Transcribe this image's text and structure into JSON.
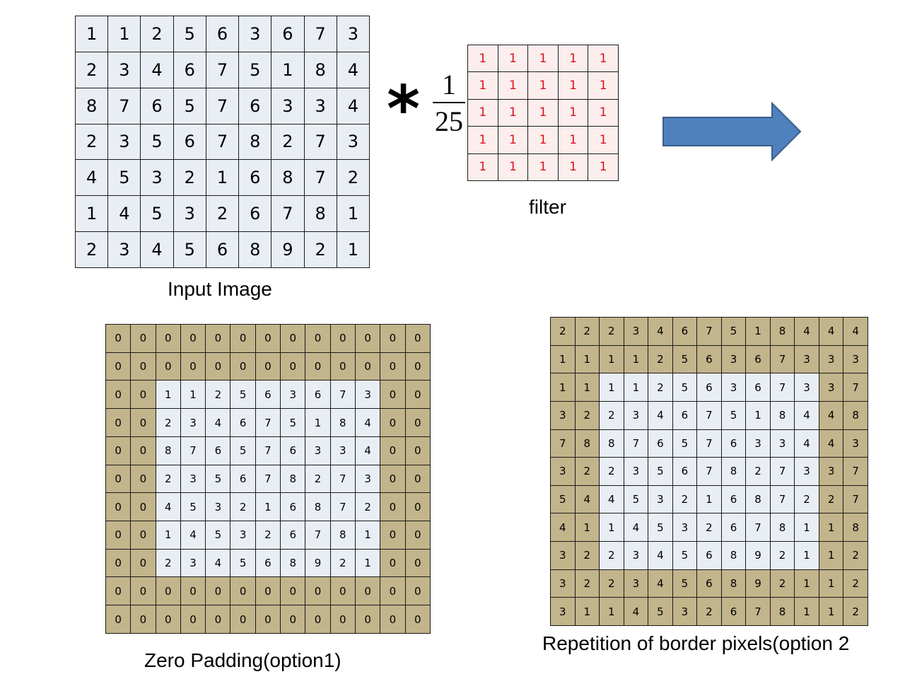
{
  "input_image": {
    "label": "Input Image",
    "rows": [
      [
        "1",
        "1",
        "2",
        "5",
        "6",
        "3",
        "6",
        "7",
        "3"
      ],
      [
        "2",
        "3",
        "4",
        "6",
        "7",
        "5",
        "1",
        "8",
        "4"
      ],
      [
        "8",
        "7",
        "6",
        "5",
        "7",
        "6",
        "3",
        "3",
        "4"
      ],
      [
        "2",
        "3",
        "5",
        "6",
        "7",
        "8",
        "2",
        "7",
        "3"
      ],
      [
        "4",
        "5",
        "3",
        "2",
        "1",
        "6",
        "8",
        "7",
        "2"
      ],
      [
        "1",
        "4",
        "5",
        "3",
        "2",
        "6",
        "7",
        "8",
        "1"
      ],
      [
        "2",
        "3",
        "4",
        "5",
        "6",
        "8",
        "9",
        "2",
        "1"
      ]
    ]
  },
  "operator": "*",
  "filter": {
    "label": "filter",
    "fraction_numerator": "1",
    "fraction_denominator": "25",
    "rows": [
      [
        "1",
        "1",
        "1",
        "1",
        "1"
      ],
      [
        "1",
        "1",
        "1",
        "1",
        "1"
      ],
      [
        "1",
        "1",
        "1",
        "1",
        "1"
      ],
      [
        "1",
        "1",
        "1",
        "1",
        "1"
      ],
      [
        "1",
        "1",
        "1",
        "1",
        "1"
      ]
    ],
    "color": "#d9101c"
  },
  "arrow": {
    "color": "#4f81bd",
    "border_color": "#3a5f8a"
  },
  "zero_padding": {
    "label": "Zero Padding(option1)",
    "padding": 2,
    "rows": [
      [
        "0",
        "0",
        "0",
        "0",
        "0",
        "0",
        "0",
        "0",
        "0",
        "0",
        "0",
        "0",
        "0"
      ],
      [
        "0",
        "0",
        "0",
        "0",
        "0",
        "0",
        "0",
        "0",
        "0",
        "0",
        "0",
        "0",
        "0"
      ],
      [
        "0",
        "0",
        "1",
        "1",
        "2",
        "5",
        "6",
        "3",
        "6",
        "7",
        "3",
        "0",
        "0"
      ],
      [
        "0",
        "0",
        "2",
        "3",
        "4",
        "6",
        "7",
        "5",
        "1",
        "8",
        "4",
        "0",
        "0"
      ],
      [
        "0",
        "0",
        "8",
        "7",
        "6",
        "5",
        "7",
        "6",
        "3",
        "3",
        "4",
        "0",
        "0"
      ],
      [
        "0",
        "0",
        "2",
        "3",
        "5",
        "6",
        "7",
        "8",
        "2",
        "7",
        "3",
        "0",
        "0"
      ],
      [
        "0",
        "0",
        "4",
        "5",
        "3",
        "2",
        "1",
        "6",
        "8",
        "7",
        "2",
        "0",
        "0"
      ],
      [
        "0",
        "0",
        "1",
        "4",
        "5",
        "3",
        "2",
        "6",
        "7",
        "8",
        "1",
        "0",
        "0"
      ],
      [
        "0",
        "0",
        "2",
        "3",
        "4",
        "5",
        "6",
        "8",
        "9",
        "2",
        "1",
        "0",
        "0"
      ],
      [
        "0",
        "0",
        "0",
        "0",
        "0",
        "0",
        "0",
        "0",
        "0",
        "0",
        "0",
        "0",
        "0"
      ],
      [
        "0",
        "0",
        "0",
        "0",
        "0",
        "0",
        "0",
        "0",
        "0",
        "0",
        "0",
        "0",
        "0"
      ]
    ]
  },
  "border_repetition": {
    "label": "Repetition of border pixels(option 2",
    "padding": 2,
    "rows": [
      [
        "2",
        "2",
        "2",
        "3",
        "4",
        "6",
        "7",
        "5",
        "1",
        "8",
        "4",
        "4",
        "4"
      ],
      [
        "1",
        "1",
        "1",
        "1",
        "2",
        "5",
        "6",
        "3",
        "6",
        "7",
        "3",
        "3",
        "3"
      ],
      [
        "1",
        "1",
        "1",
        "1",
        "2",
        "5",
        "6",
        "3",
        "6",
        "7",
        "3",
        "3",
        "7"
      ],
      [
        "3",
        "2",
        "2",
        "3",
        "4",
        "6",
        "7",
        "5",
        "1",
        "8",
        "4",
        "4",
        "8"
      ],
      [
        "7",
        "8",
        "8",
        "7",
        "6",
        "5",
        "7",
        "6",
        "3",
        "3",
        "4",
        "4",
        "3"
      ],
      [
        "3",
        "2",
        "2",
        "3",
        "5",
        "6",
        "7",
        "8",
        "2",
        "7",
        "3",
        "3",
        "7"
      ],
      [
        "5",
        "4",
        "4",
        "5",
        "3",
        "2",
        "1",
        "6",
        "8",
        "7",
        "2",
        "2",
        "7"
      ],
      [
        "4",
        "1",
        "1",
        "4",
        "5",
        "3",
        "2",
        "6",
        "7",
        "8",
        "1",
        "1",
        "8"
      ],
      [
        "3",
        "2",
        "2",
        "3",
        "4",
        "5",
        "6",
        "8",
        "9",
        "2",
        "1",
        "1",
        "2"
      ],
      [
        "3",
        "2",
        "2",
        "3",
        "4",
        "5",
        "6",
        "8",
        "9",
        "2",
        "1",
        "1",
        "2"
      ],
      [
        "3",
        "1",
        "1",
        "4",
        "5",
        "3",
        "2",
        "6",
        "7",
        "8",
        "1",
        "1",
        "2"
      ]
    ]
  },
  "colors": {
    "image_cell": "#e9eef5",
    "padding_cell": "#c2b48b",
    "filter_cell": "#fbeeed"
  }
}
